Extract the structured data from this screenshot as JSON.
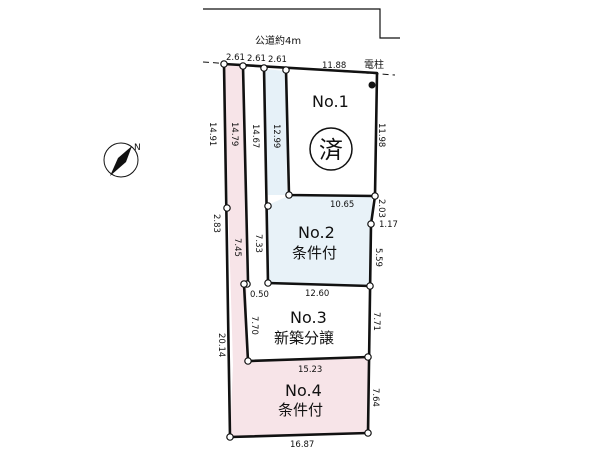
{
  "colors": {
    "line": "#111111",
    "lot_4_fill": "#f7e4e8",
    "lot_2_fill": "#e8f2f8",
    "strip_fill": "#f7e4e8",
    "strip_blue_fill": "#e6f1f8",
    "background": "#ffffff"
  },
  "road": {
    "label": "公道約4m"
  },
  "utility_pole": {
    "label": "電柱"
  },
  "compass": {
    "label": "N",
    "icon": "north-arrow-icon"
  },
  "lots": [
    {
      "number": "No.1",
      "status": "済",
      "status_style": "circled"
    },
    {
      "number": "No.2",
      "status": "条件付"
    },
    {
      "number": "No.3",
      "status": "新築分譲"
    },
    {
      "number": "No.4",
      "status": "条件付"
    }
  ],
  "dimensions": {
    "top_a": "2.61",
    "top_b": "2.61",
    "top_c": "2.61",
    "top_d": "11.88",
    "lot1_east": "11.98",
    "lot1_west": "12.99",
    "lot1_south": "10.65",
    "step_a": "2.03",
    "step_b": "1.17",
    "lot2_east": "5.59",
    "lot2_south": "12.60",
    "lot3_east": "7.71",
    "lot3_south": "15.23",
    "lot4_east": "7.64",
    "lot4_south": "16.87",
    "line1_upper": "14.91",
    "line1_mid": "2.83",
    "line1_lower": "20.14",
    "line2_upper": "14.79",
    "line2_mid": "7.45",
    "line2_lower": "7.70",
    "jog": "0.50",
    "line3_upper": "14.67",
    "line3_mid": "7.33"
  }
}
